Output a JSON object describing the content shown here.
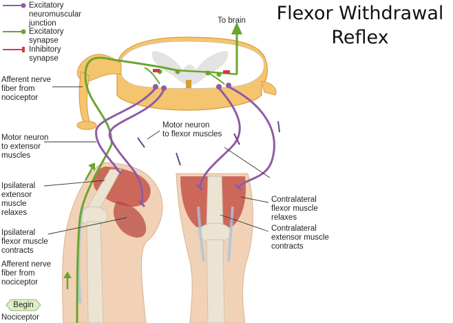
{
  "title": "Flexor Withdrawal\nReflex",
  "legend": [
    {
      "label": "Excitatory\nneuromuscular\njunction",
      "color": "#8e5aa8",
      "icon": "purple-dot-line-icon"
    },
    {
      "label": "Excitatory\nsynapse",
      "color": "#6aa52e",
      "icon": "green-dot-line-icon"
    },
    {
      "label": "Inhibitory\nsynapse",
      "color": "#d23a46",
      "icon": "red-bar-line-icon"
    }
  ],
  "labels": {
    "to_brain": "To brain",
    "afferent_top": "Afferent nerve\nfiber from\nnociceptor",
    "motor_extensor": "Motor neuron\nto extensor\nmuscles",
    "motor_flexor": "Motor neuron\nto flexor muscles",
    "ipsi_extensor": "Ipsilateral\nextensor\nmuscle\nrelaxes",
    "ipsi_flexor": "Ipsilateral\nflexor muscle\ncontracts",
    "afferent_bottom": "Afferent nerve\nfiber from\nnociceptor",
    "contra_flexor": "Contralateral\nflexor muscle\nrelaxes",
    "contra_extensor": "Contralateral\nextensor muscle\ncontracts",
    "begin": "Begin",
    "nociceptor": "Nociceptor"
  },
  "colors": {
    "excitatory_nmj": "#8e5aa8",
    "excitatory_synapse": "#6aa52e",
    "inhibitory_synapse": "#d23a46",
    "spinal_cord": "#f5c46e",
    "muscle": "#c5564a",
    "skin": "#f1d2b6",
    "bone": "#ece3d3"
  }
}
